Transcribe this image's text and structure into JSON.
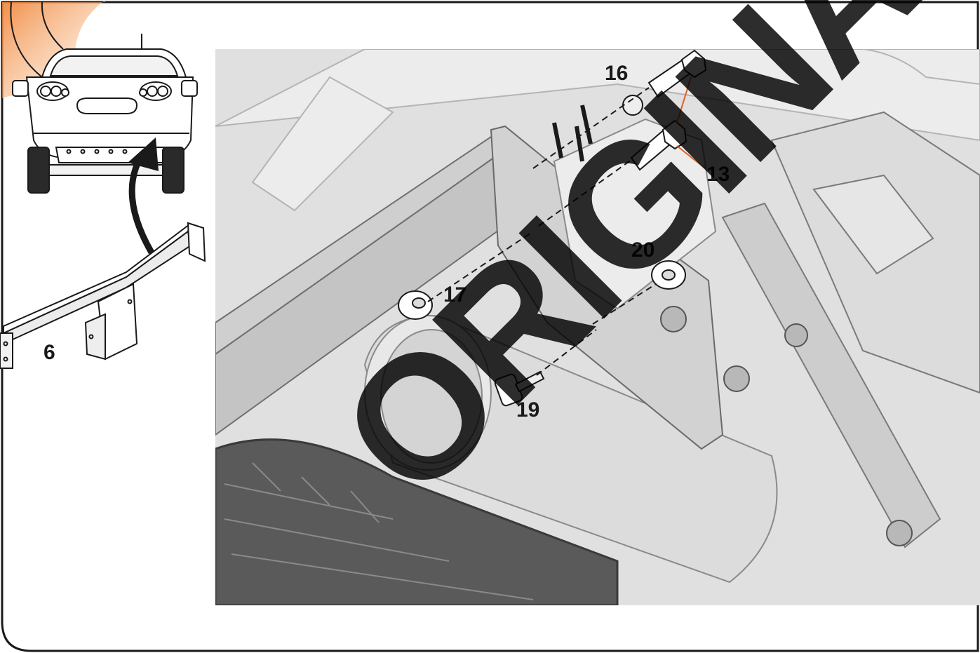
{
  "parts": {
    "crossbar": "6",
    "washer": "16",
    "bolt": "13",
    "nut_right": "20",
    "nut_left": "17",
    "stud": "19"
  },
  "watermark": "ORIGINAL",
  "colors": {
    "frame": "#1a1a1a",
    "corner_accent": "#f08030",
    "leader_line": "#e06020",
    "scene_background": "#e0e0e0",
    "tire": "#5a5a5a"
  }
}
